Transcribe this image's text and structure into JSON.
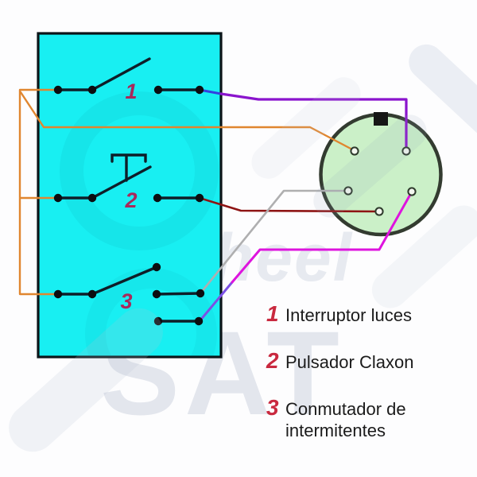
{
  "watermark": {
    "brand": "eWheel",
    "name": "SAT"
  },
  "colors": {
    "panel_fill": "#18eff2",
    "panel_border": "#0b1418",
    "connector_fill": "#cbf0c8",
    "connector_border": "#333b30",
    "connector_notch": "#161616",
    "wire_orange": "#e0862f",
    "wire_purple": "#8a14cd",
    "wire_blue": "#3340e0",
    "wire_dark_red": "#8e1414",
    "wire_gray": "#afafb0",
    "wire_magenta": "#de14de",
    "wire_violet": "#7c50e4",
    "switch_label": "#a8295b",
    "legend_number": "#c9293f",
    "legend_text": "#1b1b1b"
  },
  "panel": {
    "switch_labels": [
      "1",
      "2",
      "3"
    ]
  },
  "connector": {
    "pin_count": 5
  },
  "legend": {
    "items": [
      {
        "num": "1",
        "label": "Interruptor luces"
      },
      {
        "num": "2",
        "label": "Pulsador Claxon"
      },
      {
        "num": "3",
        "label": "Conmutador de intermitentes"
      }
    ]
  }
}
